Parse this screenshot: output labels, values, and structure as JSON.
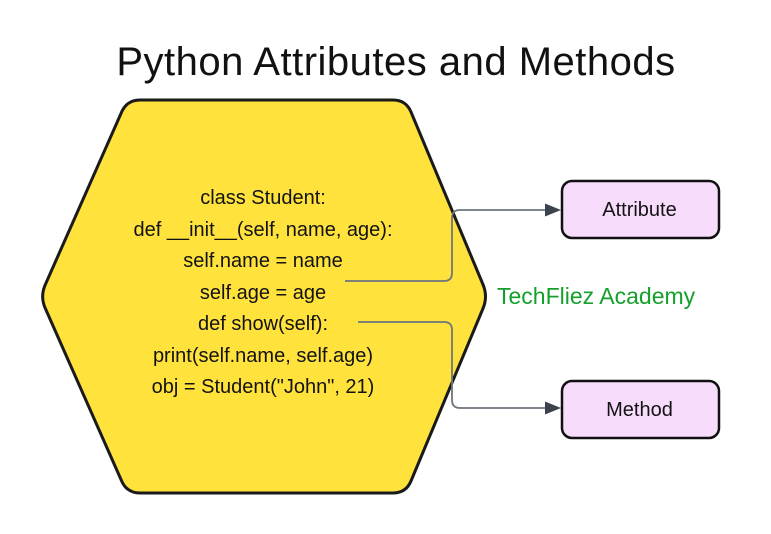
{
  "title": "Python Attributes and Methods",
  "hexagon": {
    "code_lines": [
      "class Student:",
      "def __init__(self, name, age):",
      "self.name = name",
      "self.age = age",
      "def show(self):",
      "print(self.name, self.age)",
      "obj = Student(\"John\", 21)"
    ]
  },
  "labels": {
    "attribute": "Attribute",
    "method": "Method"
  },
  "connectors": [
    {
      "source_line": "self.age = age",
      "target": "Attribute"
    },
    {
      "source_line": "def show(self):",
      "target": "Method"
    }
  ],
  "watermark": "TechFliez Academy",
  "colors": {
    "title_text": "#111111",
    "code_text": "#131313",
    "hexagon_fill": "#FFE23C",
    "hexagon_stroke": "#1a1a1a",
    "box_fill": "#F7DDFB",
    "box_stroke": "#111111",
    "box_text": "#131313",
    "connector_line": "#6E757D",
    "arrowhead": "#3C434C",
    "watermark_text": "#14A02B"
  }
}
